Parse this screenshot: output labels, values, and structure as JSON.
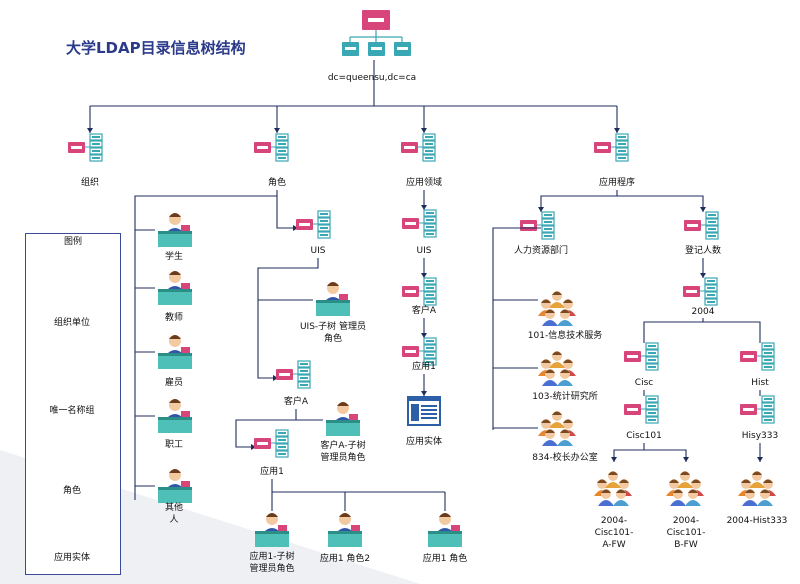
{
  "title": "大学LDAP目录信息树结构",
  "root": {
    "label": "dc=queensu,dc=ca"
  },
  "branches": [
    {
      "label": "组织"
    },
    {
      "label": "角色"
    },
    {
      "label": "应用领域"
    },
    {
      "label": "应用程序"
    }
  ],
  "roles": [
    {
      "label": "学生"
    },
    {
      "label": "教师"
    },
    {
      "label": "雇员"
    },
    {
      "label": "职工"
    },
    {
      "label": "其他\n人"
    }
  ],
  "uis": {
    "label": "UIS",
    "subtree_role": "UIS-子树 管理员角色",
    "client": "客户A",
    "client_role": "客户A-子树\n管理员角色",
    "app": "应用1",
    "app_roles": [
      "应用1-子树\n管理员角色",
      "应用1 角色2",
      "应用1 角色"
    ]
  },
  "domain": {
    "uis": "UIS",
    "client": "客户A",
    "app": "应用1",
    "entity": "应用实体"
  },
  "program": {
    "hr": "人力资源部门",
    "hr_groups": [
      "101-信息技术服务",
      "103-统计研究所",
      "834-校长办公室"
    ],
    "registrar": "登记人数",
    "year": "2004",
    "courses": [
      "Cisc",
      "Hist"
    ],
    "sections": [
      "Cisc101",
      "Hisy333"
    ],
    "groups": [
      "2004-\nCisc101-\nA-FW",
      "2004-\nCisc101-\nB-FW",
      "2004-Hist333"
    ]
  },
  "legend": {
    "title": "图例",
    "items": [
      "组织单位",
      "唯一名称组",
      "角色",
      "应用实体"
    ]
  },
  "colors": {
    "org_pink": "#d8457a",
    "teal": "#3aa7b4",
    "line": "#1f2d5c",
    "desk": "#4fc0b8",
    "legend_border": "#3a4a9a",
    "title": "#2b3a8a"
  }
}
